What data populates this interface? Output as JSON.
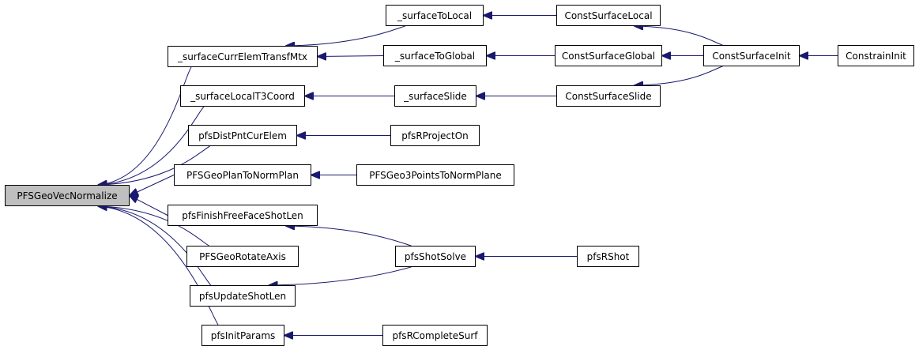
{
  "graph": {
    "nodes": {
      "root": "PFSGeoVecNormalize",
      "surfCurr": "_surfaceCurrElemTransfMtx",
      "surfLocalT3": "_surfaceLocalT3Coord",
      "distPnt": "pfsDistPntCurElem",
      "geoPlan": "PFSGeoPlanToNormPlan",
      "finishFree": "pfsFinishFreeFaceShotLen",
      "rotateAxis": "PFSGeoRotateAxis",
      "updateShot": "pfsUpdateShotLen",
      "initParams": "pfsInitParams",
      "toLocal": "_surfaceToLocal",
      "toGlobal": "_surfaceToGlobal",
      "slide": "_surfaceSlide",
      "projectOn": "pfsRProjectOn",
      "geo3Points": "PFSGeo3PointsToNormPlane",
      "shotSolve": "pfsShotSolve",
      "completeSurf": "pfsRCompleteSurf",
      "constLocal": "ConstSurfaceLocal",
      "constGlobal": "ConstSurfaceGlobal",
      "constSlide": "ConstSurfaceSlide",
      "rShot": "pfsRShot",
      "constInit": "ConstSurfaceInit",
      "constrainInit": "ConstrainInit"
    },
    "edges": [
      {
        "from": "surfCurr",
        "to": "root"
      },
      {
        "from": "surfLocalT3",
        "to": "root"
      },
      {
        "from": "distPnt",
        "to": "root"
      },
      {
        "from": "geoPlan",
        "to": "root"
      },
      {
        "from": "finishFree",
        "to": "root"
      },
      {
        "from": "rotateAxis",
        "to": "root"
      },
      {
        "from": "updateShot",
        "to": "root"
      },
      {
        "from": "initParams",
        "to": "root"
      },
      {
        "from": "toLocal",
        "to": "surfCurr"
      },
      {
        "from": "toGlobal",
        "to": "surfCurr"
      },
      {
        "from": "slide",
        "to": "surfLocalT3"
      },
      {
        "from": "projectOn",
        "to": "distPnt"
      },
      {
        "from": "geo3Points",
        "to": "geoPlan"
      },
      {
        "from": "shotSolve",
        "to": "finishFree"
      },
      {
        "from": "shotSolve",
        "to": "updateShot"
      },
      {
        "from": "completeSurf",
        "to": "initParams"
      },
      {
        "from": "constLocal",
        "to": "toLocal"
      },
      {
        "from": "constGlobal",
        "to": "toGlobal"
      },
      {
        "from": "constSlide",
        "to": "slide"
      },
      {
        "from": "rShot",
        "to": "shotSolve"
      },
      {
        "from": "constInit",
        "to": "constLocal"
      },
      {
        "from": "constInit",
        "to": "constGlobal"
      },
      {
        "from": "constInit",
        "to": "constSlide"
      },
      {
        "from": "constrainInit",
        "to": "constInit"
      }
    ],
    "colors": {
      "edge": "#191970",
      "root_fill": "#bfbfbf",
      "node_fill": "#ffffff",
      "border": "#000000"
    }
  }
}
